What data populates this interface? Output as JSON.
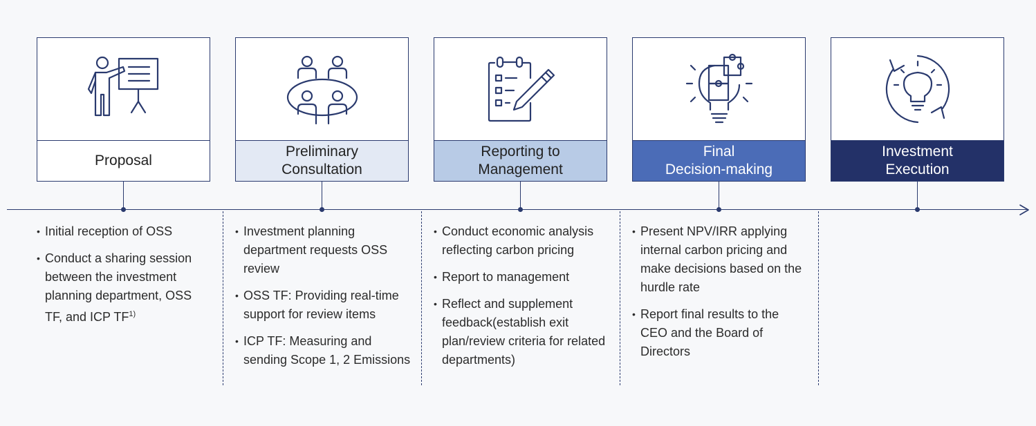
{
  "stages": [
    {
      "label": "Proposal",
      "icon": "presenter-icon",
      "color": "#ffffff"
    },
    {
      "label": "Preliminary\nConsultation",
      "icon": "meeting-icon",
      "color": "#e3e9f4"
    },
    {
      "label": "Reporting to\nManagement",
      "icon": "checklist-pen-icon",
      "color": "#b8cbe6"
    },
    {
      "label": "Final\nDecision-making",
      "icon": "lightbulb-puzzle-icon",
      "color": "#4b6cb7"
    },
    {
      "label": "Investment\nExecution",
      "icon": "lightbulb-cycle-icon",
      "color": "#233168"
    }
  ],
  "columns": [
    {
      "items": [
        "Initial reception of OSS",
        "Conduct a sharing session between the investment planning department, OSS TF, and ICP TF"
      ],
      "footnote_mark": "1)"
    },
    {
      "items": [
        "Investment planning department requests OSS review",
        "OSS TF: Providing real-time support for review items",
        "ICP TF: Measuring and sending Scope 1, 2 Emissions"
      ]
    },
    {
      "items": [
        "Conduct economic analysis reflecting carbon pricing",
        "Report to management",
        "Reflect and supplement feedback(establish exit plan/review criteria for related departments)"
      ]
    },
    {
      "items": [
        "Present NPV/IRR applying internal carbon pricing and make decisions based on the hurdle rate",
        "Report final results to the CEO and the Board of Directors"
      ]
    }
  ],
  "colors": {
    "line": "#2a3a6e",
    "background": "#f7f8fa"
  }
}
